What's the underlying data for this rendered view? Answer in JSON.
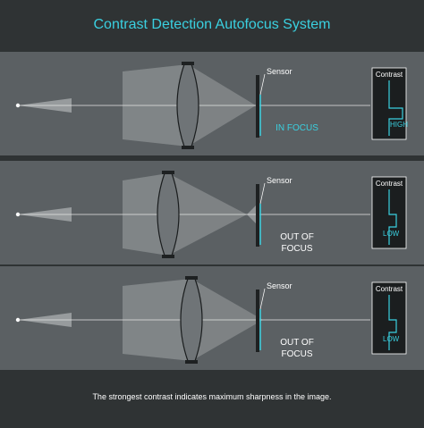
{
  "title": "Contrast Detection Autofocus System",
  "caption": "The strongest contrast indicates maximum sharpness in the image.",
  "colors": {
    "page_bg": "#2f3334",
    "panel_bg": "#5b6063",
    "accent": "#3ad0e0",
    "text": "#ffffff"
  },
  "panels": [
    {
      "sensor_label": "Sensor",
      "status_lines": [
        "IN FOCUS"
      ],
      "status_accent": true,
      "meter_title": "Contrast",
      "meter_level": "HIGH"
    },
    {
      "sensor_label": "Sensor",
      "status_lines": [
        "OUT OF",
        "FOCUS"
      ],
      "status_accent": false,
      "meter_title": "Contrast",
      "meter_level": "LOW"
    },
    {
      "sensor_label": "Sensor",
      "status_lines": [
        "OUT OF",
        "FOCUS"
      ],
      "status_accent": false,
      "meter_title": "Contrast",
      "meter_level": "LOW"
    }
  ]
}
